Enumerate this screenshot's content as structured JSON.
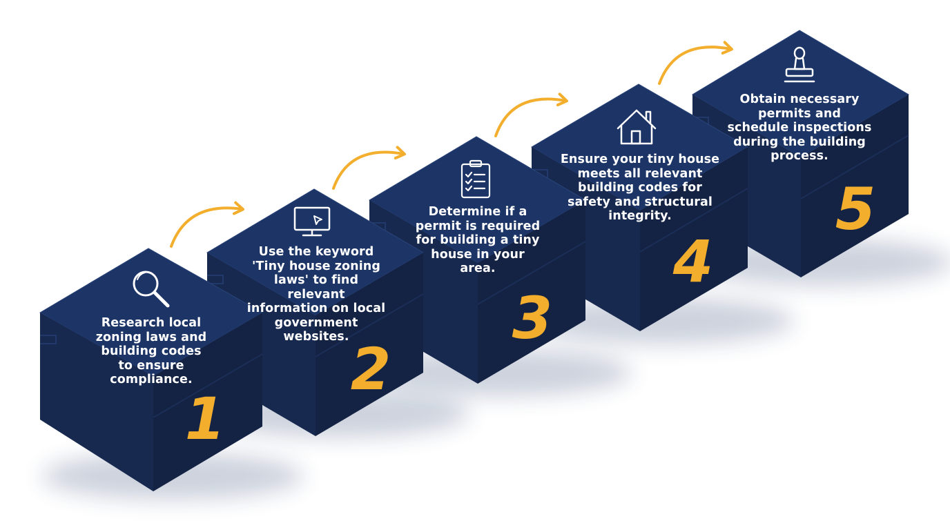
{
  "colors": {
    "cube_top": "#1D3566",
    "cube_left": "#17294F",
    "cube_right": "#142344",
    "accent": "#F2AE2C",
    "text": "#FFFFFF",
    "background": "#FFFFFF"
  },
  "steps": [
    {
      "number": "1",
      "icon": "magnifying-glass-icon",
      "text": "Research local\nzoning laws and\nbuilding codes\nto ensure\ncompliance."
    },
    {
      "number": "2",
      "icon": "computer-monitor-icon",
      "text": "Use the keyword\n'Tiny house zoning\nlaws' to find\nrelevant\ninformation on local\ngovernment\nwebsites."
    },
    {
      "number": "3",
      "icon": "clipboard-checklist-icon",
      "text": "Determine if a\npermit is required\nfor building a tiny\nhouse in your\narea."
    },
    {
      "number": "4",
      "icon": "house-icon",
      "text": "Ensure your tiny house\nmeets all relevant\nbuilding codes for\nsafety and structural\nintegrity."
    },
    {
      "number": "5",
      "icon": "stamp-icon",
      "text": "Obtain necessary\npermits and\nschedule inspections\nduring the building\nprocess."
    }
  ]
}
